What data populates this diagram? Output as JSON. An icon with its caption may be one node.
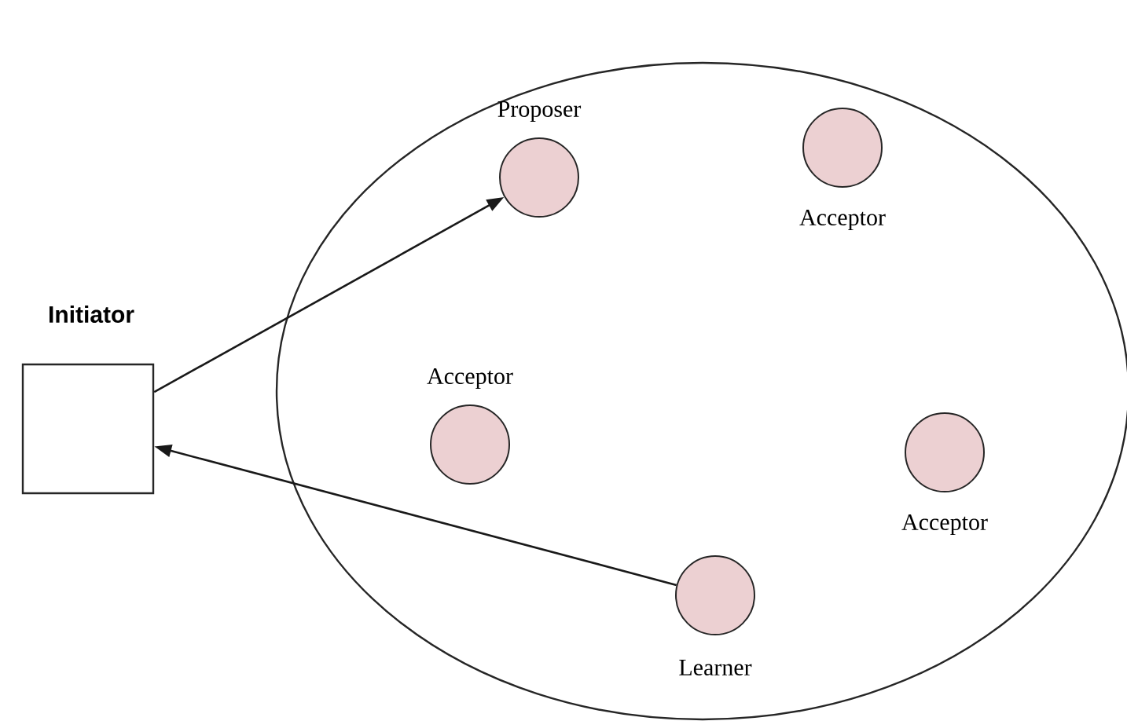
{
  "diagram": {
    "nodes": [
      {
        "text": [],
        "shape": "ellipse"
      },
      {
        "text": [
          "Proposer"
        ],
        "in": 0
      },
      {
        "text": [
          "Acceptor"
        ],
        "in": 0
      },
      {
        "text": [
          "Initiator"
        ]
      },
      {
        "text": [
          "Acceptor"
        ],
        "in": 0
      },
      {
        "text": [
          "Acceptor"
        ],
        "in": 0
      },
      {
        "text": [
          "Learner"
        ],
        "in": 0
      }
    ],
    "edges": [
      {
        "from": 3,
        "to": 1,
        "arrow": "to"
      },
      {
        "from": 6,
        "to": 3,
        "arrow": "to"
      }
    ]
  }
}
